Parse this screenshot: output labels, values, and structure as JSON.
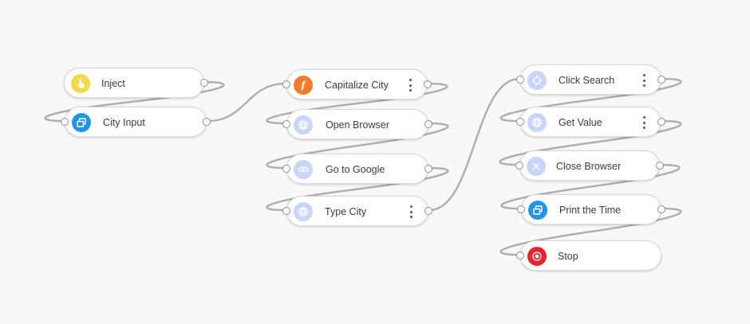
{
  "nodes": [
    {
      "id": "inject",
      "label": "Inject",
      "icon": "hand-pointer-icon",
      "color": "#f6d84c",
      "menu": false,
      "in": false
    },
    {
      "id": "city-input",
      "label": "City Input",
      "icon": "window-restore-icon",
      "color": "#2196e8",
      "menu": false,
      "in": true
    },
    {
      "id": "capitalize-city",
      "label": "Capitalize City",
      "icon": "function-icon",
      "color": "#f47b2a",
      "menu": true,
      "in": true
    },
    {
      "id": "open-browser",
      "label": "Open Browser",
      "icon": "globe-icon",
      "color": "#c7d6f9",
      "menu": false,
      "in": true
    },
    {
      "id": "go-to-google",
      "label": "Go to Google",
      "icon": "link-icon",
      "color": "#c7d6f9",
      "menu": false,
      "in": true
    },
    {
      "id": "type-city",
      "label": "Type City",
      "icon": "globe-icon",
      "color": "#c7d6f9",
      "menu": true,
      "in": true
    },
    {
      "id": "click-search",
      "label": "Click Search",
      "icon": "crosshair-icon",
      "color": "#c7d6f9",
      "menu": true,
      "in": true
    },
    {
      "id": "get-value",
      "label": "Get Value",
      "icon": "globe-icon",
      "color": "#c7d6f9",
      "menu": true,
      "in": true
    },
    {
      "id": "close-browser",
      "label": "Close Browser",
      "icon": "close-icon",
      "color": "#c7d6f9",
      "menu": false,
      "in": true
    },
    {
      "id": "print-the-time",
      "label": "Print the Time",
      "icon": "window-restore-icon",
      "color": "#2196e8",
      "menu": false,
      "in": true
    },
    {
      "id": "stop",
      "label": "Stop",
      "icon": "stop-icon",
      "color": "#e8252f",
      "menu": false,
      "in": true,
      "out": false
    }
  ],
  "connections": [
    [
      "inject",
      "city-input"
    ],
    [
      "city-input",
      "capitalize-city"
    ],
    [
      "capitalize-city",
      "open-browser"
    ],
    [
      "open-browser",
      "go-to-google"
    ],
    [
      "go-to-google",
      "type-city"
    ],
    [
      "type-city",
      "click-search"
    ],
    [
      "click-search",
      "get-value"
    ],
    [
      "get-value",
      "close-browser"
    ],
    [
      "close-browser",
      "print-the-time"
    ],
    [
      "print-the-time",
      "stop"
    ]
  ]
}
